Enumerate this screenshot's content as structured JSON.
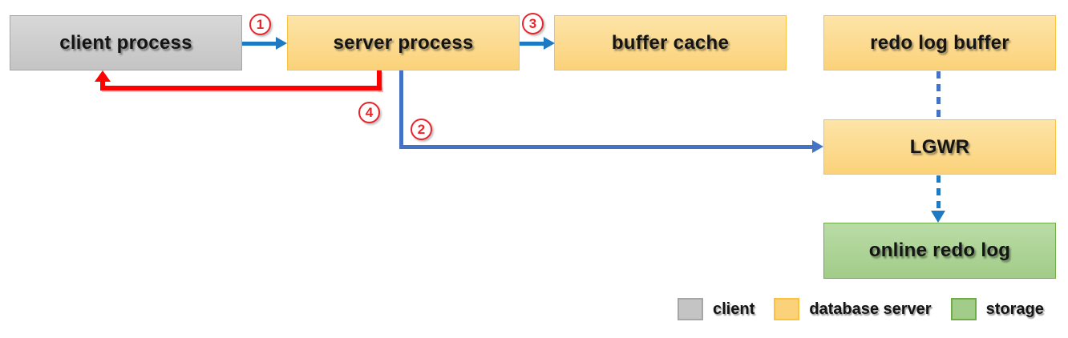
{
  "colors": {
    "client_fill_top": "#d8d8d8",
    "client_fill_bottom": "#c4c4c4",
    "client_border": "#a6a6a6",
    "db_fill_top": "#fde4a8",
    "db_fill_bottom": "#fbd27a",
    "db_border": "#fcc13e",
    "storage_fill_top": "#b9dca6",
    "storage_fill_bottom": "#a2cc89",
    "storage_border": "#70ad47",
    "arrow_blue": "#1f7ac4",
    "elbow_blue": "#4472c4",
    "dash_blue_1": "#4472c4",
    "dash_blue_2": "#1f7ac4",
    "arrow_red": "#fd0000",
    "badge_red": "#e8252a"
  },
  "nodes": {
    "client_process": {
      "label": "client process",
      "category": "client"
    },
    "server_process": {
      "label": "server process",
      "category": "database server"
    },
    "buffer_cache": {
      "label": "buffer cache",
      "category": "database server"
    },
    "redo_log_buffer": {
      "label": "redo log buffer",
      "category": "database server"
    },
    "lgwr": {
      "label": "LGWR",
      "category": "database server"
    },
    "online_redo_log": {
      "label": "online redo log",
      "category": "storage"
    }
  },
  "edges": [
    {
      "step": "1",
      "from": "client process",
      "to": "server process",
      "style": "solid",
      "color": "blue"
    },
    {
      "step": "2",
      "from": "server process",
      "to": "LGWR",
      "style": "solid",
      "color": "blue"
    },
    {
      "step": "3",
      "from": "server process",
      "to": "buffer cache",
      "style": "solid",
      "color": "blue"
    },
    {
      "step": "4",
      "from": "server process",
      "to": "client process",
      "style": "solid",
      "color": "red"
    },
    {
      "step": "",
      "from": "redo log buffer",
      "to": "LGWR",
      "style": "dashed",
      "color": "blue"
    },
    {
      "step": "",
      "from": "LGWR",
      "to": "online redo log",
      "style": "dashed",
      "color": "blue"
    }
  ],
  "legend": {
    "items": [
      {
        "label": "client",
        "category": "client"
      },
      {
        "label": "database server",
        "category": "database server"
      },
      {
        "label": "storage",
        "category": "storage"
      }
    ]
  }
}
